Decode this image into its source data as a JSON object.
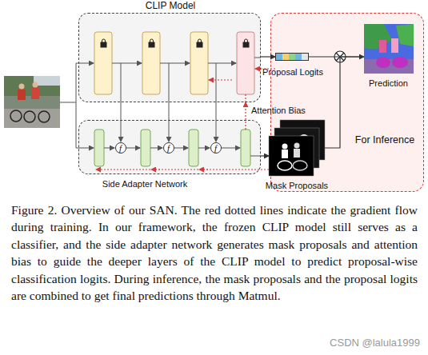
{
  "diagram": {
    "caption": "Figure 2. Overview of our SAN. The red dotted lines indicate the gradient flow during training. In our framework, the frozen CLIP model still serves as a classifier, and the side adapter network generates mask proposals and attention bias to guide the deeper layers of the CLIP model to predict proposal-wise classification logits. During inference, the mask proposals and the proposal logits are combined to get final predictions through Matmul.",
    "nodes": [
      {
        "text": [
          "CLIP Model"
        ]
      },
      {
        "text": [
          "Side Adapter Network"
        ]
      },
      {
        "text": [
          "f"
        ],
        "in": 1
      },
      {
        "text": [
          "f"
        ],
        "in": 1
      },
      {
        "text": [
          "f"
        ],
        "in": 1
      },
      {
        "text": [
          "For Inference"
        ]
      },
      {
        "text": [
          "Proposal Logits"
        ]
      },
      {
        "text": [
          "Prediction"
        ],
        "in": 5
      },
      {
        "text": [
          "Mask Proposals"
        ]
      }
    ],
    "edges": [
      {
        "from": 0,
        "to": 6,
        "arrow": "to"
      },
      {
        "from": 1,
        "to": 0,
        "label": "Attention Bias",
        "arrow": "to"
      },
      {
        "from": 1,
        "to": 8,
        "arrow": "to"
      },
      {
        "from": 6,
        "to": 7,
        "arrow": "to"
      },
      {
        "from": 8,
        "to": 7,
        "arrow": "to"
      }
    ],
    "labels": [
      "CSDN @lalula1999"
    ]
  }
}
